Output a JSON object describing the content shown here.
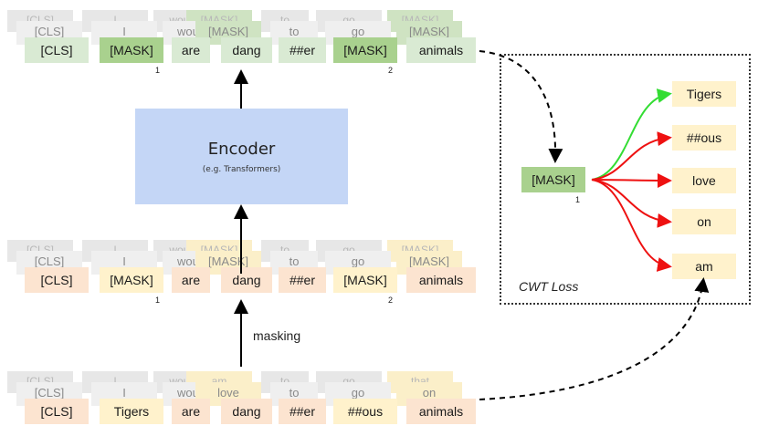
{
  "colors": {
    "green_dark": "#a9d18e",
    "green_light": "#d9ead3",
    "orange_light": "#fce4d0",
    "yellow_light": "#fff2cc",
    "encoder_blue": "#c4d6f6",
    "back_gray2": "#e7e7e7",
    "back_gray1": "#efefef",
    "back_green": "#cfe3c2",
    "back_yellow": "#fbefc9",
    "arrow_green": "#33dd33",
    "arrow_red": "#ee1111"
  },
  "top_row": {
    "back2": [
      "[CLS]",
      "I",
      "would",
      "[MASK]",
      "to",
      "go",
      "[MASK]"
    ],
    "back1": [
      "[CLS]",
      "I",
      "would",
      "[MASK]",
      "to",
      "go",
      "[MASK]"
    ],
    "front": [
      "[CLS]",
      "[MASK]",
      "are",
      "dang",
      "##er",
      "[MASK]",
      "animals"
    ],
    "subscripts": [
      "1",
      "2"
    ]
  },
  "middle_row": {
    "back2": [
      "[CLS]",
      "I",
      "would",
      "[MASK]",
      "to",
      "go",
      "[MASK]"
    ],
    "back1": [
      "[CLS]",
      "I",
      "would",
      "[MASK]",
      "to",
      "go",
      "[MASK]"
    ],
    "front": [
      "[CLS]",
      "[MASK]",
      "are",
      "dang",
      "##er",
      "[MASK]",
      "animals"
    ],
    "subscripts": [
      "1",
      "2"
    ]
  },
  "bottom_row": {
    "back2": [
      "[CLS]",
      "I",
      "would",
      "am",
      "to",
      "go",
      "that"
    ],
    "back1": [
      "[CLS]",
      "I",
      "would",
      "love",
      "to",
      "go",
      "on"
    ],
    "front": [
      "[CLS]",
      "Tigers",
      "are",
      "dang",
      "##er",
      "##ous",
      "animals"
    ]
  },
  "encoder": {
    "title": "Encoder",
    "subtitle": "(e.g. Transformers)"
  },
  "masking_label": "masking",
  "cwt": {
    "label": "CWT Loss",
    "mask_token": "[MASK]",
    "mask_subscript": "1",
    "candidates": [
      "Tigers",
      "##ous",
      "love",
      "on",
      "am"
    ]
  }
}
